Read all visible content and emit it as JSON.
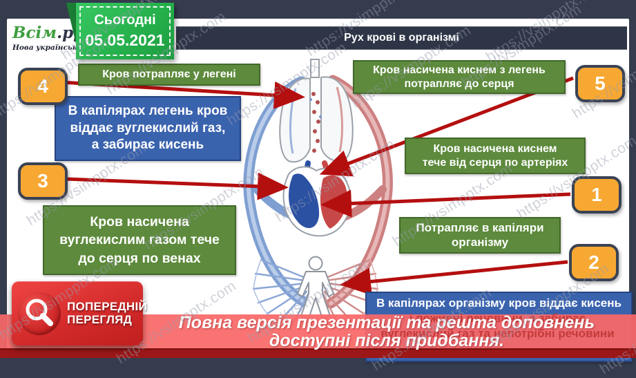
{
  "watermark": "https://vsimpptx.com",
  "logo": {
    "brand": "Всім",
    "brand_suffix": ".pptx",
    "tagline": "Нова українська школа"
  },
  "date_card": {
    "title": "Сьогодні",
    "date": "05.05.2021"
  },
  "header": {
    "title": "Рух крові в організмі"
  },
  "badges": [
    "1",
    "2",
    "3",
    "4",
    "5"
  ],
  "labels": {
    "lungs_entry": "Кров потрапляє у легені",
    "oxygen_from_lungs": [
      "Кров насичена киснем з легень",
      "потрапляє до серця"
    ],
    "lung_capillaries": [
      "В капілярах легень кров",
      "віддає вуглекислий газ,",
      "а забирає кисень"
    ],
    "arteries_flow": [
      "Кров насичена киснем",
      "тече від серця по артеріях"
    ],
    "veins_flow": [
      "Кров насичена",
      "вуглекислим газом тече",
      "до серця по венах"
    ],
    "body_capillaries_entry": [
      "Потрапляє в капіляри",
      "організму"
    ],
    "body_capillaries_exchange": [
      "В капілярах  організму кров віддає кисень",
      "і поживні речовини, а забирає",
      "вуглекислий газ та непотрібні речовини"
    ]
  },
  "preview_button": {
    "line1": "ПОПЕРЕДНІЙ",
    "line2": "ПЕРЕГЛЯД"
  },
  "purchase_banner": {
    "line1": "Повна версія презентації та решта доповнень",
    "line2": "доступні після придбання."
  },
  "colors": {
    "frame_navy": "#353c4e",
    "title_navy": "#2e3546",
    "date_green": "#23ab48",
    "label_green": "#5d8a3c",
    "info_blue": "#3a63ae",
    "badge_orange": "#f7a832",
    "arrow_red": "#b40f0f",
    "banner_red": "#fa6868"
  }
}
